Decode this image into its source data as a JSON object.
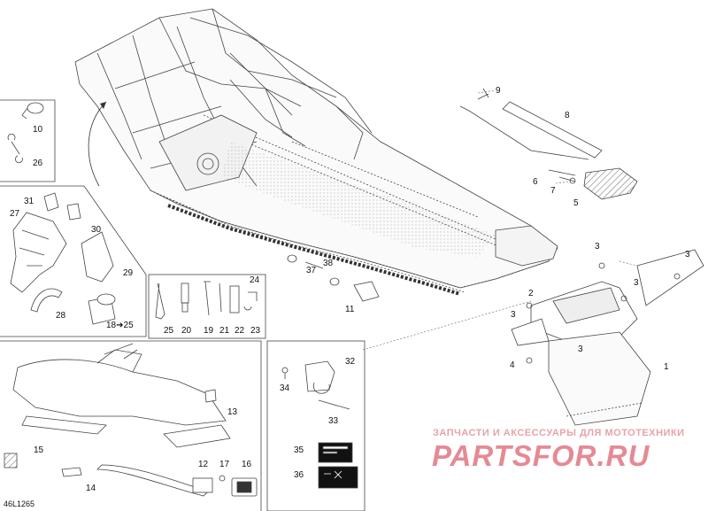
{
  "diagram": {
    "code": "46L1265",
    "watermark_top": "ЗАПЧАСТИ И АКСЕССУАРЫ ДЛЯ МОТОТЕХНИКИ",
    "watermark_logo": "PARTSFOR.RU",
    "callouts": [
      {
        "id": "c10",
        "text": "10"
      },
      {
        "id": "c26",
        "text": "26"
      },
      {
        "id": "c31",
        "text": "31"
      },
      {
        "id": "c27",
        "text": "27"
      },
      {
        "id": "c30",
        "text": "30"
      },
      {
        "id": "c29",
        "text": "29"
      },
      {
        "id": "c28",
        "text": "28"
      },
      {
        "id": "c18",
        "text": "18➔25"
      },
      {
        "id": "c24",
        "text": "24"
      },
      {
        "id": "c25",
        "text": "25"
      },
      {
        "id": "c20",
        "text": "20"
      },
      {
        "id": "c19",
        "text": "19"
      },
      {
        "id": "c21",
        "text": "21"
      },
      {
        "id": "c22",
        "text": "22"
      },
      {
        "id": "c23",
        "text": "23"
      },
      {
        "id": "c9",
        "text": "9"
      },
      {
        "id": "c8",
        "text": "8"
      },
      {
        "id": "c6",
        "text": "6"
      },
      {
        "id": "c7",
        "text": "7"
      },
      {
        "id": "c5",
        "text": "5"
      },
      {
        "id": "c38",
        "text": "38"
      },
      {
        "id": "c37",
        "text": "37"
      },
      {
        "id": "c11",
        "text": "11"
      },
      {
        "id": "c3a",
        "text": "3"
      },
      {
        "id": "c3b",
        "text": "3"
      },
      {
        "id": "c3c",
        "text": "3"
      },
      {
        "id": "c3d",
        "text": "3"
      },
      {
        "id": "c3e",
        "text": "3"
      },
      {
        "id": "c2",
        "text": "2"
      },
      {
        "id": "c4",
        "text": "4"
      },
      {
        "id": "c1",
        "text": "1"
      },
      {
        "id": "c32",
        "text": "32"
      },
      {
        "id": "c34",
        "text": "34"
      },
      {
        "id": "c33",
        "text": "33"
      },
      {
        "id": "c35",
        "text": "35"
      },
      {
        "id": "c36",
        "text": "36"
      },
      {
        "id": "c13",
        "text": "13"
      },
      {
        "id": "c15",
        "text": "15"
      },
      {
        "id": "c14",
        "text": "14"
      },
      {
        "id": "c12",
        "text": "12"
      },
      {
        "id": "c17",
        "text": "17"
      },
      {
        "id": "c16",
        "text": "16"
      }
    ]
  }
}
